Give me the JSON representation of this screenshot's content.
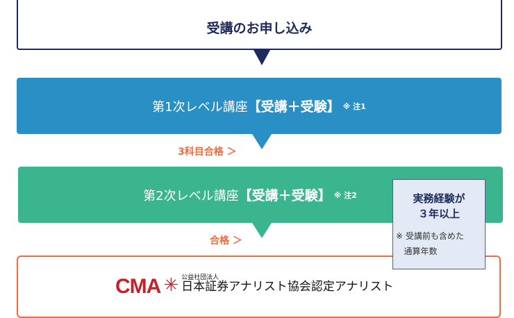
{
  "top": {
    "title": "受講のお申し込み"
  },
  "level1": {
    "label": "第1次レベル講座",
    "bracket": "【受講＋受験】",
    "note": "※ 注1"
  },
  "pass1": "3科目合格 ＞",
  "level2": {
    "label": "第2次レベル講座",
    "bracket": "【受講＋受験】",
    "note": "※ 注2"
  },
  "pass2": "合格 ＞",
  "experience": {
    "line1": "実務経験が",
    "line2": "３年以上",
    "note1": "※ 受講前も含めた",
    "note2": "通算年数"
  },
  "cma": {
    "logo": "CMA",
    "org_small": "公益社団法人",
    "org": "日本証券アナリスト協会認定アナリスト"
  }
}
